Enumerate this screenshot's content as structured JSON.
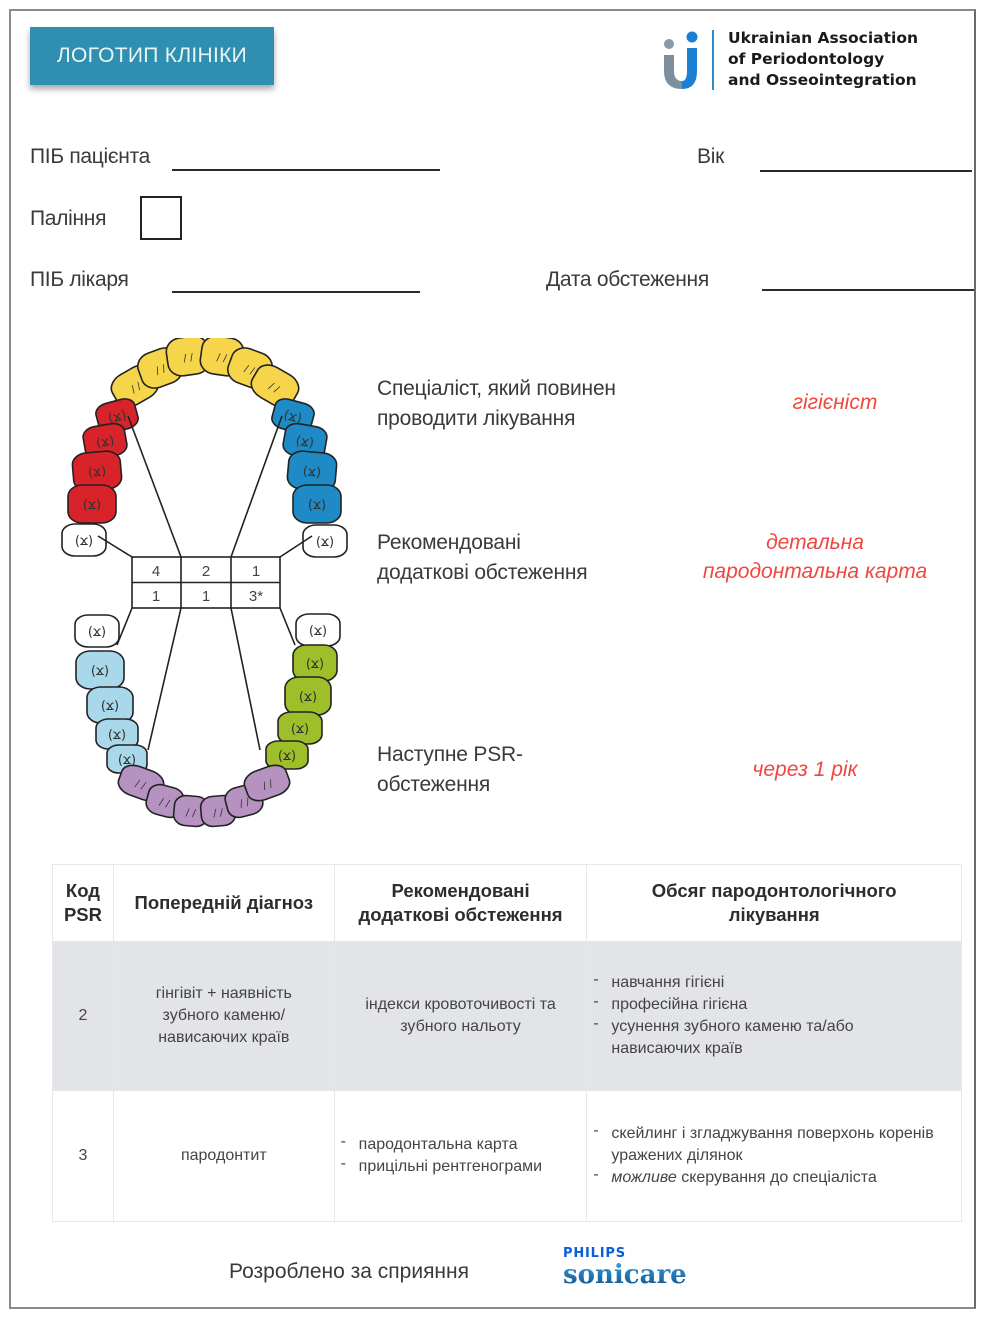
{
  "header": {
    "clinic_logo_label": "ЛОГОТИП КЛІНІКИ",
    "association": {
      "lines": [
        "Ukrainian Association",
        "of Periodontology",
        "and Osseointegration"
      ],
      "colors": {
        "dot_gray": "#8a9aa8",
        "dot_blue": "#1d7fd1",
        "text": "#1a1a1a"
      }
    }
  },
  "form": {
    "patient_name_label": "ПІБ пацієнта",
    "patient_name_value": "",
    "age_label": "Вік",
    "age_value": "",
    "smoking_label": "Паління",
    "smoking_checked": false,
    "doctor_name_label": "ПІБ лікаря",
    "doctor_name_value": "",
    "exam_date_label": "Дата обстеження",
    "exam_date_value": ""
  },
  "psr_chart": {
    "sextant_colors": {
      "upper_front": "#f7d54a",
      "upper_right": "#d9232a",
      "upper_left": "#1e8bc7",
      "lower_right": "#a8d8ea",
      "lower_left": "#9ebe2a",
      "lower_front": "#b592c0"
    },
    "upper_row": [
      "4",
      "2",
      "1"
    ],
    "lower_row": [
      "1",
      "1",
      "3*"
    ]
  },
  "recommendations": [
    {
      "label_lines": [
        "Спеціаліст, який повинен",
        "проводити лікування"
      ],
      "value_lines": [
        "гігієніст"
      ]
    },
    {
      "label_lines": [
        "Рекомендовані",
        "додаткові обстеження"
      ],
      "value_lines": [
        "детальна",
        "пародонтальна карта"
      ]
    },
    {
      "label_lines": [
        "Наступне PSR-",
        "обстеження"
      ],
      "value_lines": [
        "через 1 рік"
      ]
    }
  ],
  "accent_color": "#f0463e",
  "table": {
    "headers": [
      "Код PSR",
      "Попередній діагноз",
      "Рекомендовані додаткові обстеження",
      "Обсяг пародонтологічного лікування"
    ],
    "header_lines": [
      [
        "Код",
        "PSR"
      ],
      [
        "Попередній діагноз"
      ],
      [
        "Рекомендовані",
        "додаткові обстеження"
      ],
      [
        "Обсяг пародонтологічного",
        "лікування"
      ]
    ],
    "rows": [
      {
        "code": "2",
        "diagnosis_lines": [
          "гінгівіт + наявність",
          "зубного каменю/",
          "нависаючих країв"
        ],
        "exams_lines": [
          "індекси кровоточивості та",
          "зубного нальоту"
        ],
        "treatment": [
          "навчання гігієні",
          "професійна гігієна",
          "усунення зубного каменю та/або нависаючих країв"
        ]
      },
      {
        "code": "3",
        "diagnosis_lines": [
          "пародонтит"
        ],
        "exams": [
          "пародонтальна карта",
          "прицільні рентгенограми"
        ],
        "treatment": [
          "скейлинг і згладжування поверхонь коренів уражених ділянок"
        ],
        "treatment_emph": {
          "italic": "можливе",
          "rest": " скерування до спеціаліста"
        }
      }
    ]
  },
  "footer": {
    "text": "Розроблено за сприяння",
    "sponsor_brand": "PHILIPS",
    "sponsor_product": "sonicare"
  }
}
